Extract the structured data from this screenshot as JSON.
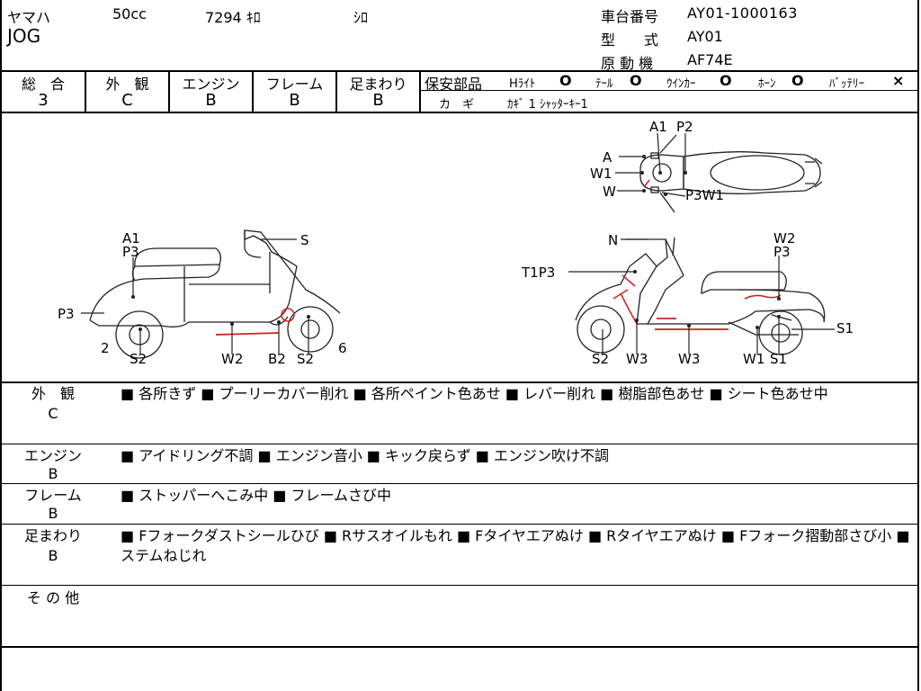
{
  "header": {
    "maker": "ヤマハ",
    "displacement": "50cc",
    "mileage": "7294 ｷﾛ",
    "color": "ｼﾛ",
    "model": "JOG",
    "frame_no_label": "車台番号",
    "frame_no": "AY01-1000163",
    "type_label": "型　　式",
    "type": "AY01",
    "engine_label": "原 動 機",
    "engine": "AF74E"
  },
  "grades": {
    "items": [
      {
        "label": "総　合",
        "value": "3"
      },
      {
        "label": "外　観",
        "value": "C"
      },
      {
        "label": "エンジン",
        "value": "B"
      },
      {
        "label": "フレーム",
        "value": "B"
      },
      {
        "label": "足まわり",
        "value": "B"
      }
    ],
    "safety_label": "保安部品",
    "safety_items": [
      {
        "label": "Hﾗｲﾄ",
        "mark": "O"
      },
      {
        "label": "ﾃｰﾙ",
        "mark": "O"
      },
      {
        "label": "ｳｲﾝｶｰ",
        "mark": "O"
      },
      {
        "label": "ﾎｰﾝ",
        "mark": "O"
      },
      {
        "label": "ﾊﾞｯﾃﾘｰ",
        "mark": "×"
      }
    ],
    "key_label": "カ　ギ",
    "key_value": "ｶｷﾞ 1 ｼｬｯﾀｰｷｰ1"
  },
  "diagram": {
    "top_labels": {
      "a1": "A1",
      "p2": "P2",
      "a": "A",
      "w1": "W1",
      "w": "W",
      "p3w1": "P3W1"
    },
    "left_labels": {
      "a1": "A1",
      "p3_top": "P3",
      "s": "S",
      "p3_side": "P3",
      "two": "2",
      "s2": "S2",
      "w2": "W2",
      "b2": "B2",
      "s2b": "S2",
      "six": "6"
    },
    "right_labels": {
      "n": "N",
      "w2": "W2",
      "p3": "P3",
      "t1p3": "T1P3",
      "s1": "S1",
      "s2": "S2",
      "w3a": "W3",
      "w3b": "W3",
      "w1": "W1",
      "s1b": "S1"
    }
  },
  "remarks": [
    {
      "category": "外　観",
      "grade": "C",
      "text": "■ 各所きず ■ プーリーカバー削れ ■ 各所ペイント色あせ ■ レバー削れ ■ 樹脂部色あせ ■ シート色あせ中"
    },
    {
      "category": "エンジン",
      "grade": "B",
      "text": "■ アイドリング不調 ■ エンジン音小 ■ キック戻らず ■ エンジン吹け不調"
    },
    {
      "category": "フレーム",
      "grade": "B",
      "text": "■ ストッパーへこみ中 ■ フレームさび中"
    },
    {
      "category": "足まわり",
      "grade": "B",
      "text": "■ Fフォークダストシールひび ■ Rサスオイルもれ ■ Fタイヤエアぬけ ■ Rタイヤエアぬけ ■ Fフォーク摺動部さび小 ■ ステムねじれ"
    },
    {
      "category": "そ の 他",
      "grade": "",
      "text": ""
    }
  ]
}
